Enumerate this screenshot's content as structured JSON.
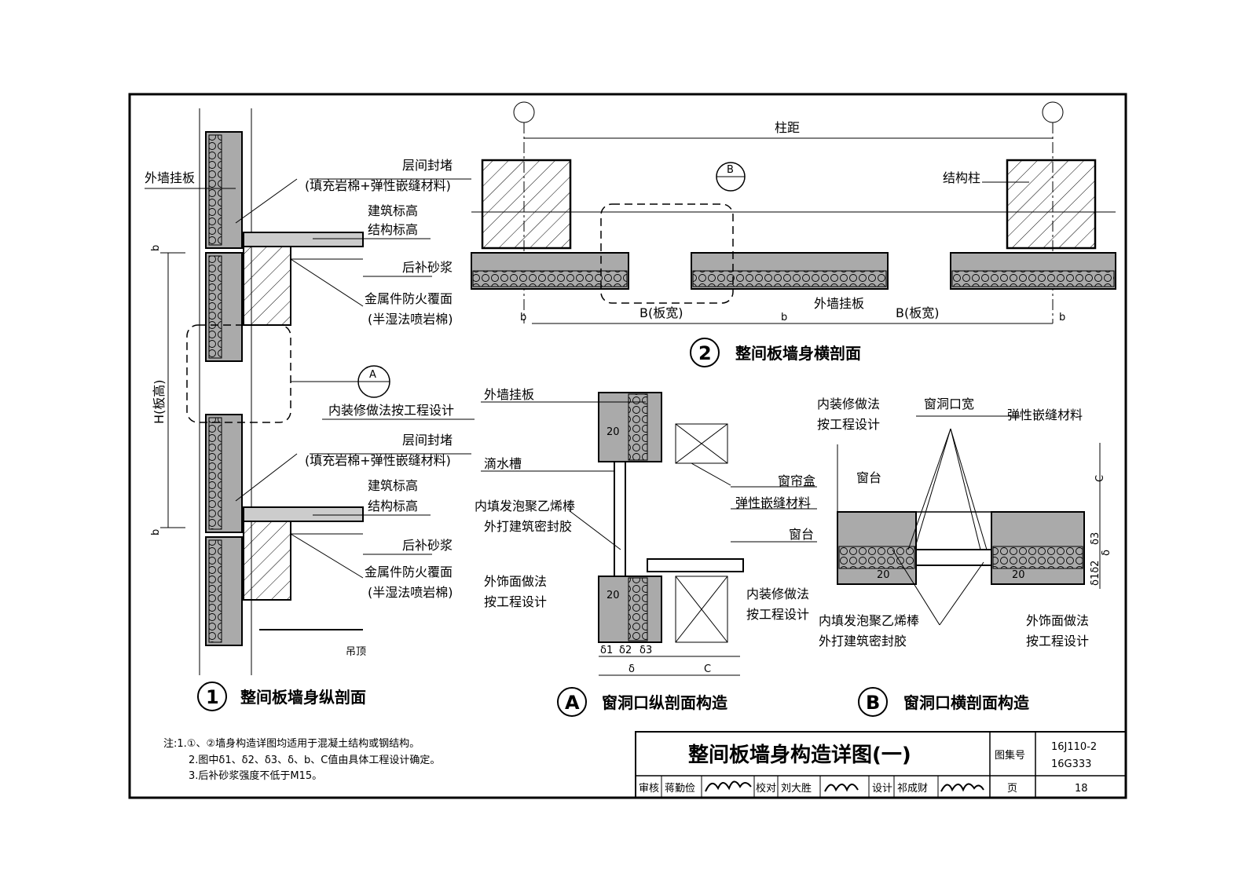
{
  "section1": {
    "number": "1",
    "title": "整间板墙身纵剖面",
    "labels": {
      "outer_panel": "外墙挂板",
      "interlayer_seal": "层间封堵",
      "interlayer_seal_note": "(填充岩棉+弹性嵌缝材料)",
      "arch_elev": "建筑标高",
      "struct_elev": "结构标高",
      "mortar": "后补砂浆",
      "fire_cover": "金属件防火覆面",
      "fire_cover_note": "(半湿法喷岩棉)",
      "interior_finish": "内装修做法按工程设计",
      "interlayer_seal_2": "层间封堵",
      "interlayer_seal_note_2": "(填充岩棉+弹性嵌缝材料)",
      "arch_elev_2": "建筑标高",
      "struct_elev_2": "结构标高",
      "mortar_2": "后补砂浆",
      "fire_cover_2": "金属件防火覆面",
      "fire_cover_note_2": "(半湿法喷岩棉)",
      "ceiling": "吊顶",
      "dim_b_top": "b",
      "dim_h": "H(板高)",
      "dim_b_bottom": "b",
      "callout_a": "A"
    }
  },
  "section2": {
    "number": "2",
    "title": "整间板墙身横剖面",
    "labels": {
      "column_spacing": "柱距",
      "struct_column": "结构柱",
      "callout_b": "B",
      "outer_panel": "外墙挂板",
      "panel_width_1": "B(板宽)",
      "panel_width_2": "B(板宽)",
      "b1": "b",
      "b2": "b",
      "b3": "b"
    }
  },
  "sectionA": {
    "number": "A",
    "title": "窗洞口纵剖面构造",
    "labels": {
      "outer_panel": "外墙挂板",
      "drip": "滴水槽",
      "foam_rod": "内填发泡聚乙烯棒",
      "sealant": "外打建筑密封胶",
      "ext_finish": "外饰面做法",
      "ext_finish_2": "按工程设计",
      "curtain_box": "窗帘盒",
      "elastic": "弹性嵌缝材料",
      "sill": "窗台",
      "int_finish": "内装修做法",
      "int_finish_2": "按工程设计",
      "d20a": "20",
      "d20b": "20",
      "delta1": "δ1",
      "delta2": "δ2",
      "delta3": "δ3",
      "delta": "δ",
      "c": "C"
    }
  },
  "sectionB": {
    "number": "B",
    "title": "窗洞口横剖面构造",
    "labels": {
      "int_finish": "内装修做法",
      "int_finish_2": "按工程设计",
      "opening_width": "窗洞口宽",
      "elastic": "弹性嵌缝材料",
      "sill": "窗台",
      "foam_rod": "内填发泡聚乙烯棒",
      "sealant": "外打建筑密封胶",
      "ext_finish": "外饰面做法",
      "ext_finish_2": "按工程设计",
      "c": "C",
      "d3": "δ3",
      "d": "δ",
      "d1d2": "δ1δ2",
      "d20a": "20",
      "d20b": "20"
    }
  },
  "notes": {
    "line1": "注:1.①、②墙身构造详图均适用于混凝土结构或钢结构。",
    "line2": "2.图中δ1、δ2、δ3、δ、b、C值由具体工程设计确定。",
    "line3": "3.后补砂浆强度不低于M15。"
  },
  "titleblock": {
    "title": "整间板墙身构造详图(一)",
    "atlas_label": "图集号",
    "atlas_no_1": "16J110-2",
    "atlas_no_2": "16G333",
    "review_label": "审核",
    "review_name": "蒋勤俭",
    "check_label": "校对",
    "check_name": "刘大胜",
    "design_label": "设计",
    "design_name": "祁成财",
    "page_label": "页",
    "page_no": "18"
  }
}
